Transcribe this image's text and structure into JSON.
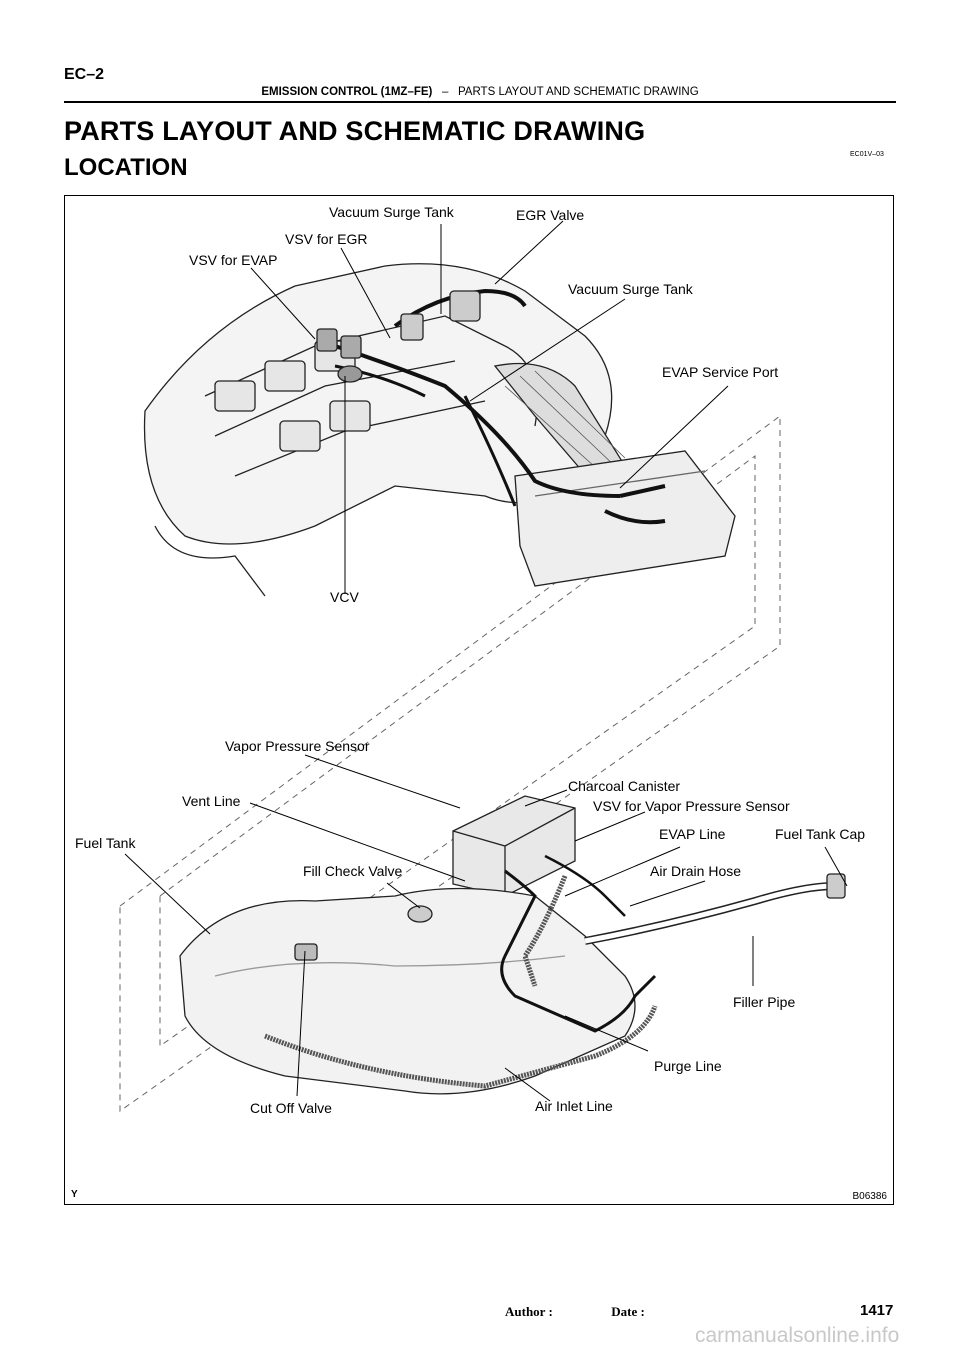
{
  "header": {
    "page_label": "EC–2",
    "section_bold": "EMISSION CONTROL (1MZ–FE)",
    "section_sep": "–",
    "section_rest": "PARTS LAYOUT AND SCHEMATIC DRAWING"
  },
  "title": "PARTS LAYOUT AND SCHEMATIC DRAWING",
  "subtitle": "LOCATION",
  "doc_code": "EC01V–03",
  "figure": {
    "figure_id": "B06386",
    "corner_mark": "Y",
    "labels": {
      "vacuum_surge_tank_top": "Vacuum Surge Tank",
      "egr_valve": "EGR Valve",
      "vsv_for_egr": "VSV for EGR",
      "vsv_for_evap": "VSV for EVAP",
      "vacuum_surge_tank_right": "Vacuum Surge Tank",
      "evap_service_port": "EVAP Service Port",
      "vcv": "VCV",
      "vapor_pressure_sensor": "Vapor Pressure Sensor",
      "charcoal_canister": "Charcoal Canister",
      "vent_line": "Vent Line",
      "vsv_for_vapor_pressure_sensor": "VSV for Vapor Pressure Sensor",
      "fuel_tank": "Fuel Tank",
      "evap_line": "EVAP Line",
      "fuel_tank_cap": "Fuel Tank Cap",
      "fill_check_valve": "Fill Check Valve",
      "air_drain_hose": "Air Drain Hose",
      "filler_pipe": "Filler Pipe",
      "purge_line": "Purge Line",
      "cut_off_valve": "Cut Off Valve",
      "air_inlet_line": "Air Inlet Line"
    }
  },
  "footer": {
    "author_label": "Author :",
    "date_label": "Date :",
    "page_number": "1417",
    "watermark": "carmanualsonline.info"
  }
}
